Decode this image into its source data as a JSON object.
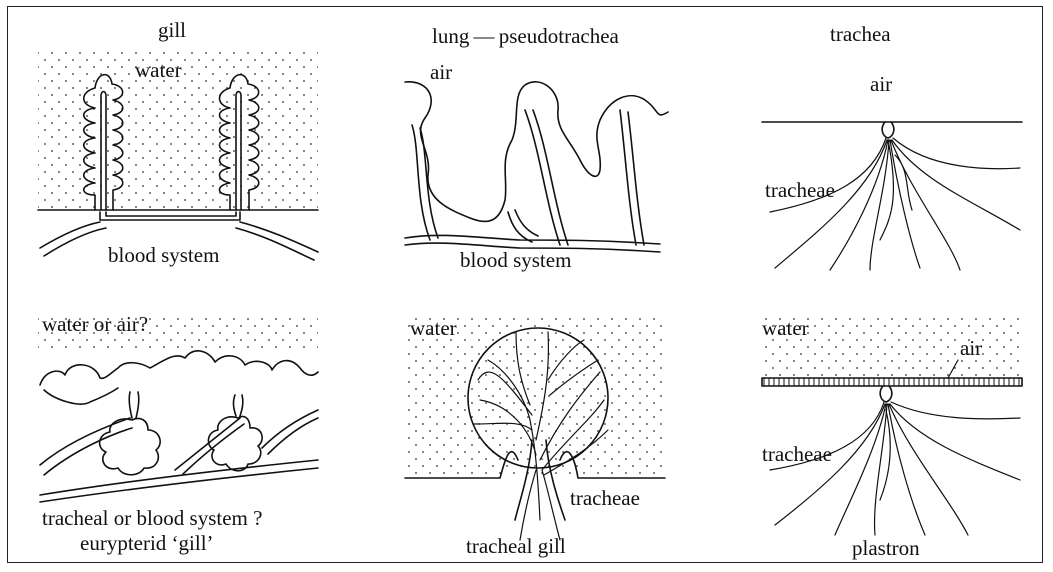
{
  "panels": {
    "gill": {
      "title": "gill",
      "medium": "water",
      "base": "blood system"
    },
    "lung": {
      "title": "lung — pseudotrachea",
      "medium": "air",
      "base": "blood system"
    },
    "trachea": {
      "title": "trachea",
      "medium": "air",
      "tubes": "tracheae"
    },
    "eurypterid": {
      "medium": "water or air?",
      "caption_line1": "tracheal or blood system ?",
      "caption_line2": "eurypterid ‘gill’"
    },
    "tracheal_gill": {
      "medium": "water",
      "tubes": "tracheae",
      "caption": "tracheal gill"
    },
    "plastron": {
      "medium": "water",
      "film": "air",
      "tubes": "tracheae",
      "caption": "plastron"
    }
  }
}
